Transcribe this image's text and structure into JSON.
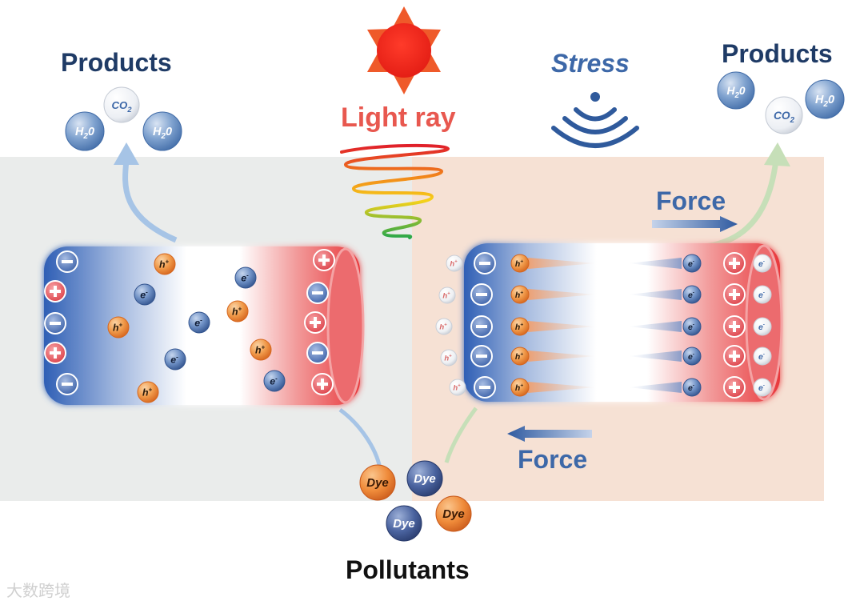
{
  "labels": {
    "products_left": "Products",
    "products_right": "Products",
    "light_ray": "Light ray",
    "stress": "Stress",
    "force_top": "Force",
    "force_bottom": "Force",
    "pollutants": "Pollutants"
  },
  "molecules": {
    "co2": "CO",
    "co2_sub": "2",
    "h2o": "H",
    "h2o_sub": "2",
    "h2o_tail": "0",
    "dye": "Dye"
  },
  "carriers": {
    "hole": "h",
    "hole_sup": "+",
    "electron": "e",
    "electron_sup": "-"
  },
  "watermark": "大数跨境",
  "colors": {
    "navy": "#1f3b66",
    "blue": "#3d68a8",
    "red": "#e8584f",
    "left_panel": "#eaeceb",
    "right_panel": "#f6e1d4",
    "hole_orange": "#e8782a",
    "electron_blue": "#34558f"
  }
}
